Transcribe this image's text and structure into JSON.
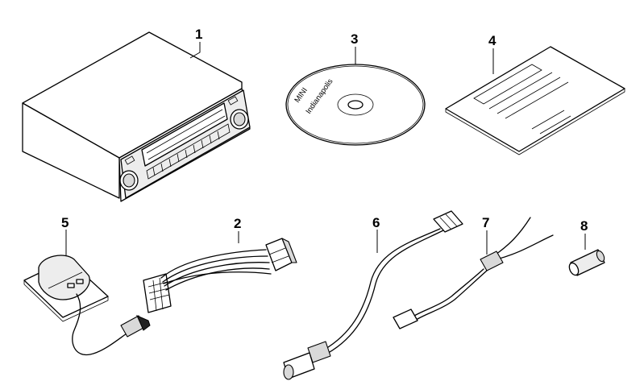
{
  "parts": [
    {
      "id": "radio-unit",
      "number": "1"
    },
    {
      "id": "wiring-adapter",
      "number": "2"
    },
    {
      "id": "software-cd",
      "number": "3",
      "disc_label_line1": "MINI",
      "disc_label_line2": "Indianapolis"
    },
    {
      "id": "instructions-booklet",
      "number": "4"
    },
    {
      "id": "antenna",
      "number": "5"
    },
    {
      "id": "antenna-cable",
      "number": "6"
    },
    {
      "id": "adapter-lead",
      "number": "7"
    },
    {
      "id": "fuse-sleeve",
      "number": "8"
    }
  ]
}
